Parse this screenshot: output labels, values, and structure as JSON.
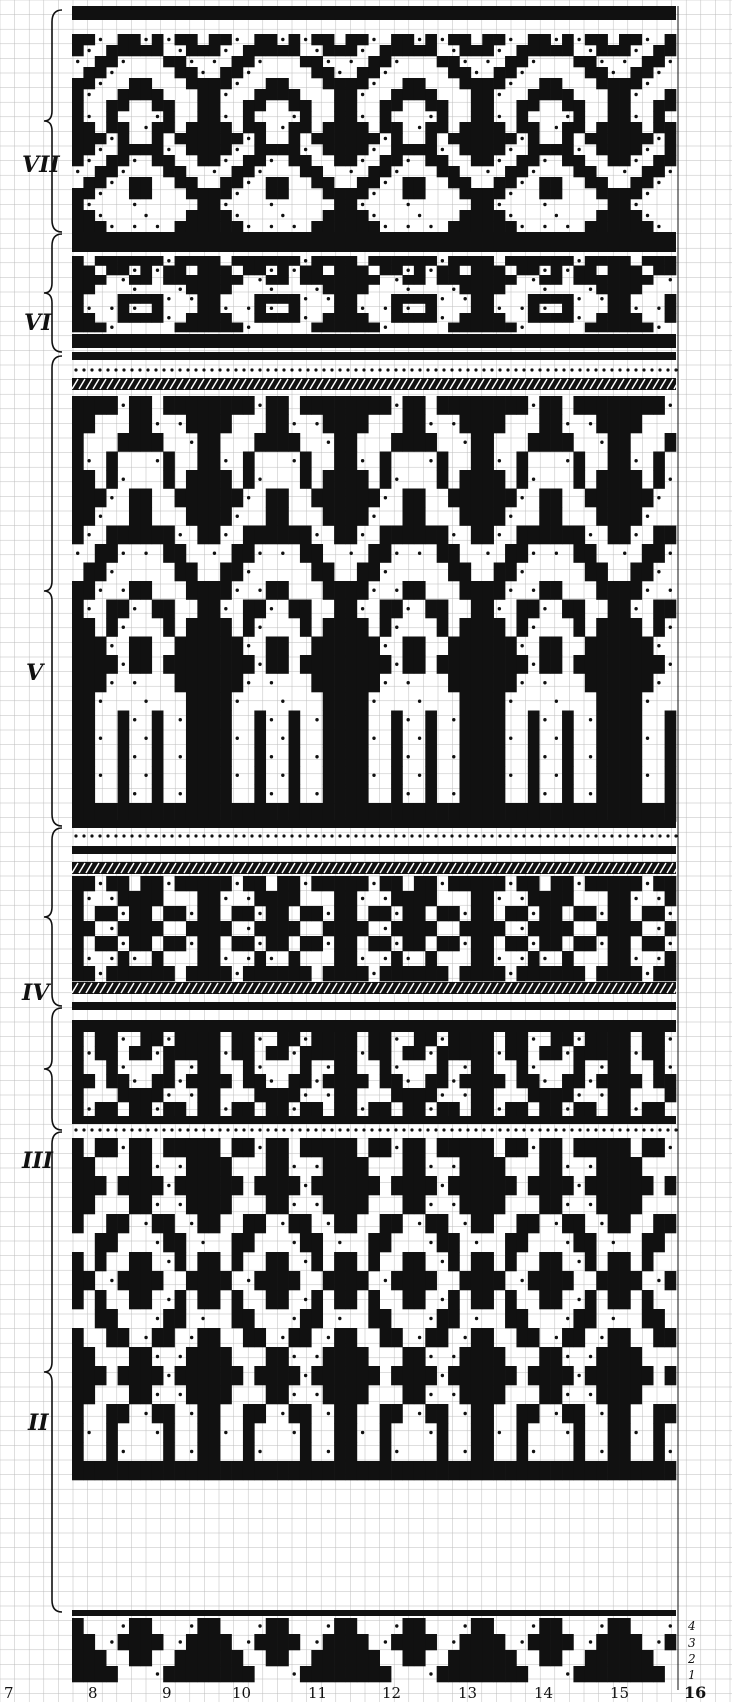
{
  "diagram": {
    "bands": [
      {
        "id": "VII",
        "label": "VII"
      },
      {
        "id": "VI",
        "label": "VI"
      },
      {
        "id": "V",
        "label": "V"
      },
      {
        "id": "IV",
        "label": "IV"
      },
      {
        "id": "III",
        "label": "III"
      },
      {
        "id": "II",
        "label": "II"
      }
    ],
    "column_numbers": [
      "7",
      "8",
      "9",
      "10",
      "11",
      "12",
      "13",
      "14",
      "15",
      "16"
    ],
    "row_numbers": [
      "4",
      "3",
      "2",
      "1"
    ],
    "colors": {
      "ink": "#111111",
      "paper": "#ffffff",
      "grid": "#bdbdbd"
    }
  }
}
